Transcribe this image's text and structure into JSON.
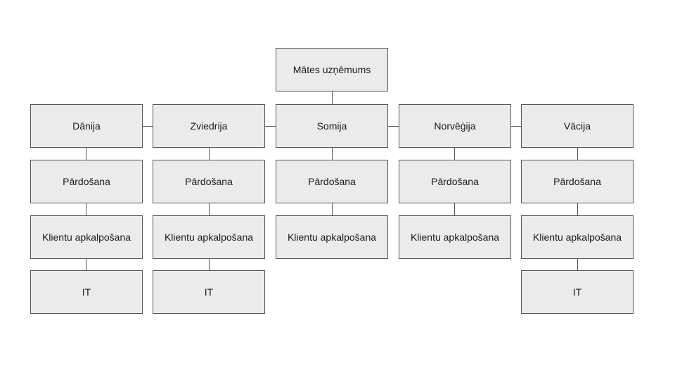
{
  "diagram": {
    "type": "org-chart",
    "root": {
      "label": "Mātes uzņēmums"
    },
    "columns": [
      {
        "country": "Dānija",
        "departments": [
          "Pārdošana",
          "Klientu apkalpošana",
          "IT"
        ]
      },
      {
        "country": "Zviedrija",
        "departments": [
          "Pārdošana",
          "Klientu apkalpošana",
          "IT"
        ]
      },
      {
        "country": "Somija",
        "departments": [
          "Pārdošana",
          "Klientu apkalpošana"
        ]
      },
      {
        "country": "Norvēģija",
        "departments": [
          "Pārdošana",
          "Klientu apkalpošana"
        ]
      },
      {
        "country": "Vācija",
        "departments": [
          "Pārdošana",
          "Klientu apkalpošana",
          "IT"
        ]
      }
    ],
    "colors": {
      "background": "#ffffff",
      "box_fill": "#ebebeb",
      "box_border": "#565656",
      "text": "#1a1a1a"
    }
  }
}
